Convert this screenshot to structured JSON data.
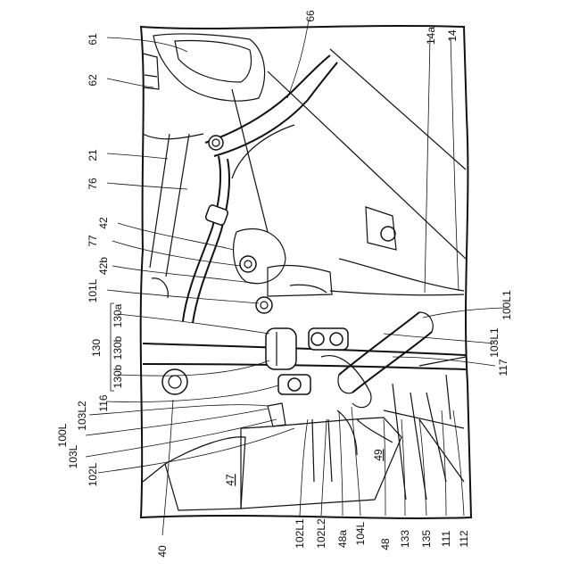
{
  "figure": {
    "labels": {
      "l61": "61",
      "l62": "62",
      "l66": "66",
      "l21": "21",
      "l76": "76",
      "l14a": "14a",
      "l14": "14",
      "l42": "42",
      "l77": "77",
      "l42b": "42b",
      "l101L": "101L",
      "l130a": "130a",
      "l130b_top": "130b",
      "l130": "130",
      "l130b_bot": "130b",
      "l116": "116",
      "l103L2": "103L2",
      "l100L": "100L",
      "l103L": "103L",
      "l102L": "102L",
      "l40": "40",
      "l47": "47",
      "l49": "49",
      "l102L1": "102L1",
      "l102L2": "102L2",
      "l48a": "48a",
      "l104L": "104L",
      "l48": "48",
      "l133": "133",
      "l135": "135",
      "l111": "111",
      "l112": "112",
      "l117": "117",
      "l103L1": "103L1",
      "l100L1": "100L1"
    }
  }
}
